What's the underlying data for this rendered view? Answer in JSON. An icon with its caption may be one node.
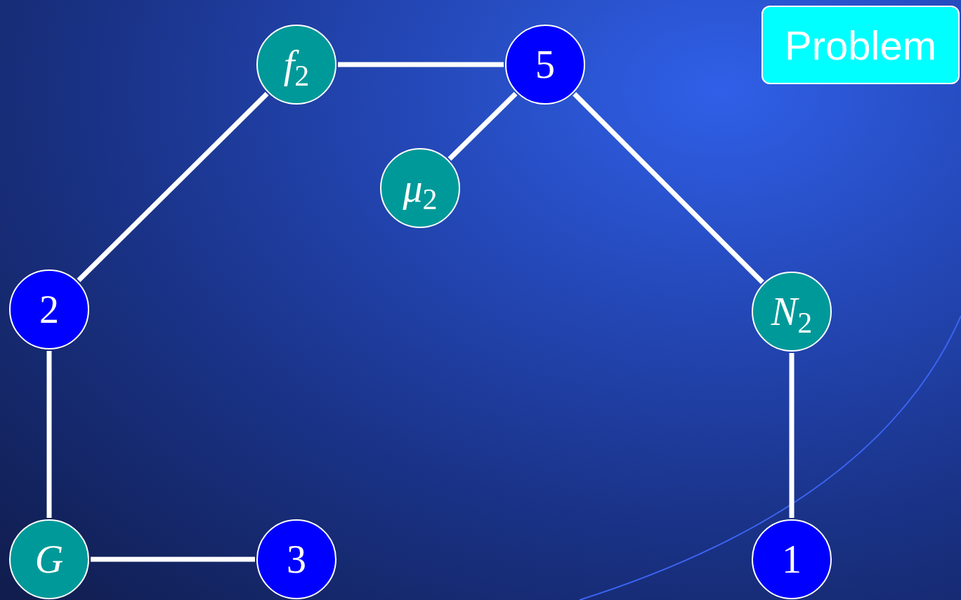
{
  "diagram": {
    "nodes": [
      {
        "text": [
          "Problem"
        ]
      },
      {
        "text": [
          "*f*$_{2}$"
        ]
      },
      {
        "text": [
          "5"
        ]
      },
      {
        "text": [
          "*μ*$_{2}$"
        ]
      },
      {
        "text": [
          "2"
        ]
      },
      {
        "text": [
          "*N*$_{2}$"
        ]
      },
      {
        "text": [
          "G"
        ]
      },
      {
        "text": [
          "3"
        ]
      },
      {
        "text": [
          "1"
        ]
      }
    ],
    "edges": [
      {
        "from": 1,
        "to": 2,
        "arrow": "none"
      },
      {
        "from": 2,
        "to": 3,
        "arrow": "none"
      },
      {
        "from": 2,
        "to": 5,
        "arrow": "none"
      },
      {
        "from": 1,
        "to": 4,
        "arrow": "none"
      },
      {
        "from": 4,
        "to": 6,
        "arrow": "none"
      },
      {
        "from": 6,
        "to": 7,
        "arrow": "none"
      },
      {
        "from": 5,
        "to": 8,
        "arrow": "none"
      }
    ]
  }
}
